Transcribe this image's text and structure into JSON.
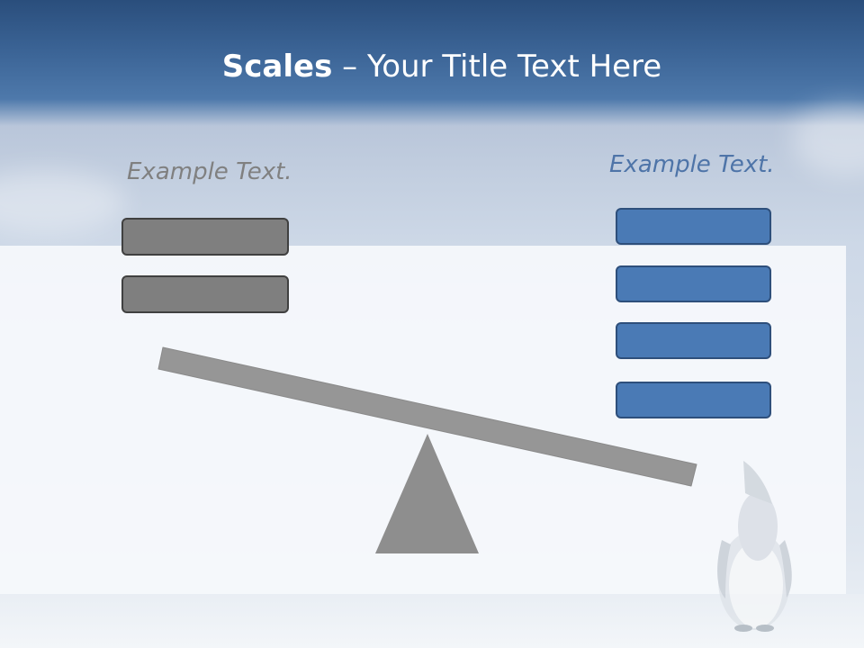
{
  "slide": {
    "title_bold": "Scales",
    "title_rest": " – Your Title Text Here",
    "left_label": "Example Text.",
    "right_label": "Example Text.",
    "left_boxes": 2,
    "right_boxes": 4
  },
  "colors": {
    "title_band": "#3c6597",
    "left_label": "#808080",
    "right_label": "#4e74a8",
    "gray_box": "#7f7f7f",
    "blue_box": "#4a7ab5",
    "beam": "#969696"
  },
  "icons": {
    "mascot": "penguin-icon"
  }
}
